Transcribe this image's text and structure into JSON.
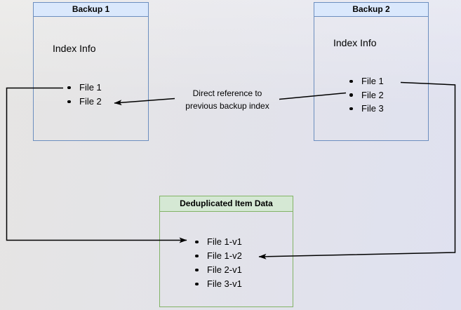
{
  "backup1": {
    "title": "Backup 1",
    "section_label": "Index Info",
    "items": [
      "File 1",
      "File 2"
    ]
  },
  "backup2": {
    "title": "Backup 2",
    "section_label": "Index Info",
    "items": [
      "File 1",
      "File 2",
      "File 3"
    ]
  },
  "dedup": {
    "title": "Deduplicated Item Data",
    "items": [
      "File 1-v1",
      "File 1-v2",
      "File 2-v1",
      "File 3-v1"
    ]
  },
  "annotation": {
    "line1": "Direct reference to",
    "line2": "previous backup index"
  },
  "connectors": [
    {
      "name": "backup1-file1-to-dedup-file1v1"
    },
    {
      "name": "backup2-file2-to-backup1-file2",
      "label": "Direct reference to previous backup index"
    },
    {
      "name": "backup2-file1-to-dedup-file1v2"
    }
  ],
  "colors": {
    "blue_header_fill": "#dae8fc",
    "blue_border": "#6c8ebf",
    "green_header_fill": "#d5e8d4",
    "green_border": "#82b366",
    "connector": "#000000"
  }
}
